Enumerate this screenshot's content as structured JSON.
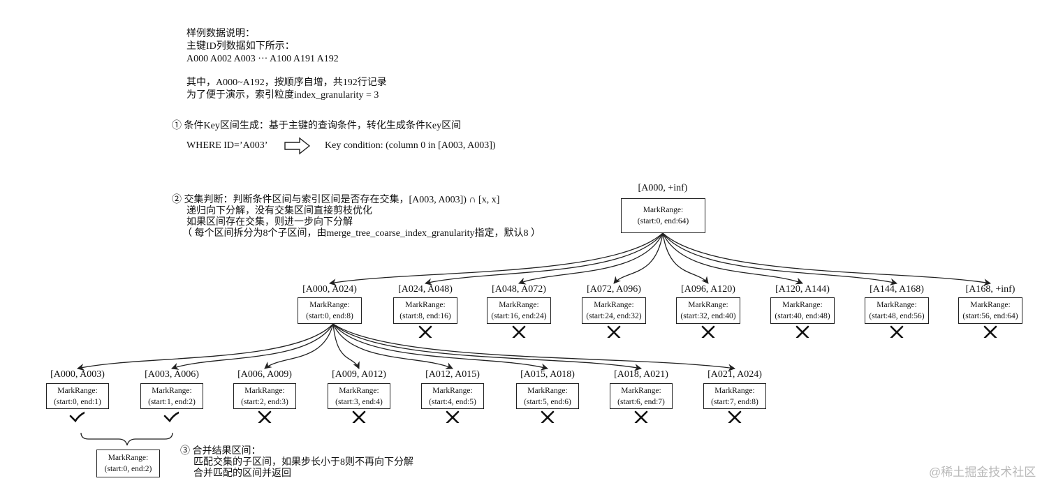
{
  "intro": {
    "title": "样例数据说明：",
    "line1": "主键ID列数据如下所示：",
    "line2": "A000 A002 A003 ··· A100  A191 A192",
    "line3": "其中，A000~A192，按顺序自增，共192行记录",
    "line4": "为了便于演示，索引粒度index_granularity = 3"
  },
  "step1": {
    "heading": "①  条件Key区间生成：基于主键的查询条件，转化生成条件Key区间",
    "where": "WHERE ID=’A003’",
    "result": "Key condition: (column 0 in [A003, A003])"
  },
  "step2": {
    "line1": "②  交集判断：判断条件区间与索引区间是否存在交集，[A003, A003]) ∩ [x, x]",
    "line2": "递归向下分解，没有交集区间直接剪枝优化",
    "line3": "如果区间存在交集，则进一步向下分解",
    "line4": "（ 每个区间拆分为8个子区间，由merge_tree_coarse_index_granularity指定，默认8 ）"
  },
  "step3": {
    "line1": "③  合并结果区间：",
    "line2": "匹配交集的子区间，如果步长小于8则不再向下分解",
    "line3": "合并匹配的区间并返回"
  },
  "box_label": "MarkRange:",
  "root": {
    "range": "[A000, +inf)",
    "mark": "(start:0, end:64)"
  },
  "level1": [
    {
      "range": "[A000, A024)",
      "mark": "(start:0, end:8)",
      "status": "none"
    },
    {
      "range": "[A024, A048)",
      "mark": "(start:8, end:16)",
      "status": "pruned"
    },
    {
      "range": "[A048, A072)",
      "mark": "(start:16, end:24)",
      "status": "pruned"
    },
    {
      "range": "[A072, A096)",
      "mark": "(start:24, end:32)",
      "status": "pruned"
    },
    {
      "range": "[A096, A120)",
      "mark": "(start:32, end:40)",
      "status": "pruned"
    },
    {
      "range": "[A120, A144)",
      "mark": "(start:40, end:48)",
      "status": "pruned"
    },
    {
      "range": "[A144, A168)",
      "mark": "(start:48, end:56)",
      "status": "pruned"
    },
    {
      "range": "[A168, +inf)",
      "mark": "(start:56, end:64)",
      "status": "pruned"
    }
  ],
  "level2": [
    {
      "range": "[A000, A003)",
      "mark": "(start:0, end:1)",
      "status": "matched"
    },
    {
      "range": "[A003, A006)",
      "mark": "(start:1, end:2)",
      "status": "matched"
    },
    {
      "range": "[A006, A009)",
      "mark": "(start:2, end:3)",
      "status": "pruned"
    },
    {
      "range": "[A009, A012)",
      "mark": "(start:3, end:4)",
      "status": "pruned"
    },
    {
      "range": "[A012, A015)",
      "mark": "(start:4, end:5)",
      "status": "pruned"
    },
    {
      "range": "[A015, A018)",
      "mark": "(start:5, end:6)",
      "status": "pruned"
    },
    {
      "range": "[A018, A021)",
      "mark": "(start:6, end:7)",
      "status": "pruned"
    },
    {
      "range": "[A021, A024)",
      "mark": "(start:7, end:8)",
      "status": "pruned"
    }
  ],
  "merged": {
    "mark": "(start:0, end:2)"
  },
  "watermark": "@稀土掘金技术社区",
  "colors": {
    "stroke": "#222222",
    "text": "#111111",
    "watermark": "#b9b9b9"
  }
}
